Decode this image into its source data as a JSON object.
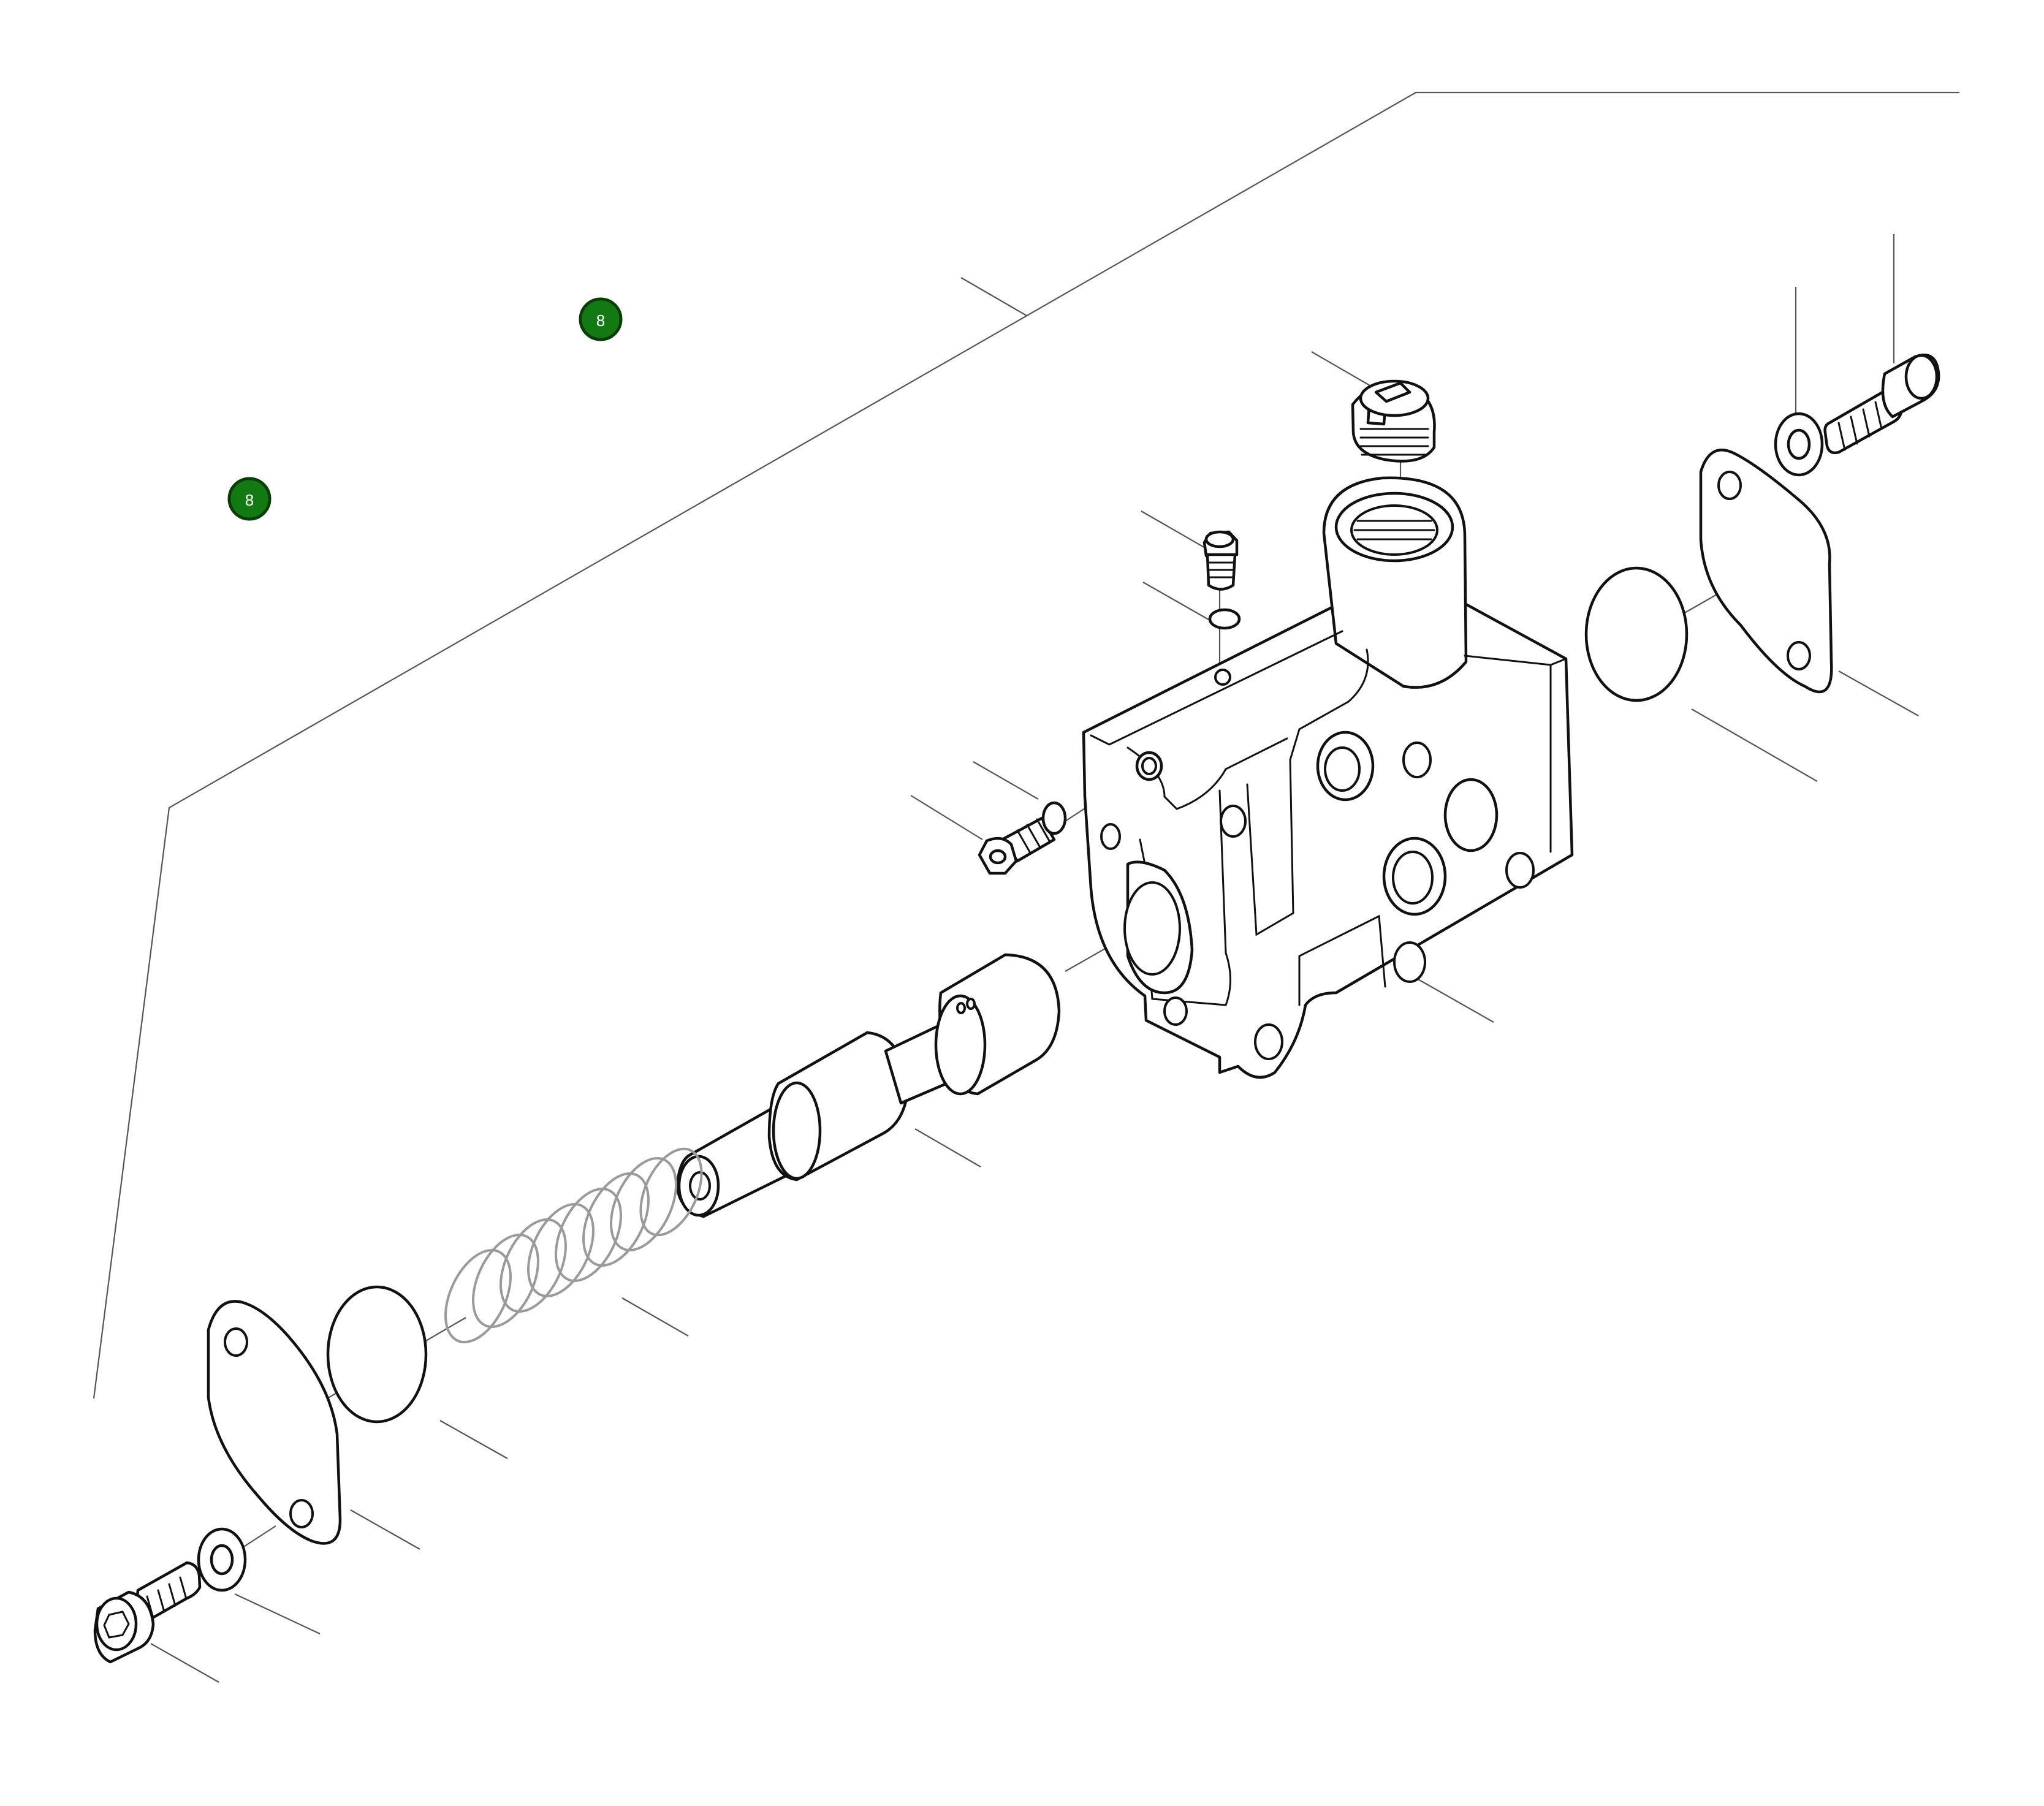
{
  "diagram": {
    "callouts": [
      {
        "id": "callout-1",
        "label": "8"
      },
      {
        "id": "callout-2",
        "label": "8"
      }
    ],
    "colors": {
      "callout_fill": "#137a13",
      "callout_border": "#0b3d0b",
      "callout_text": "#ffffff",
      "line_art": "#111111",
      "spring": "#9a9a9a"
    }
  }
}
